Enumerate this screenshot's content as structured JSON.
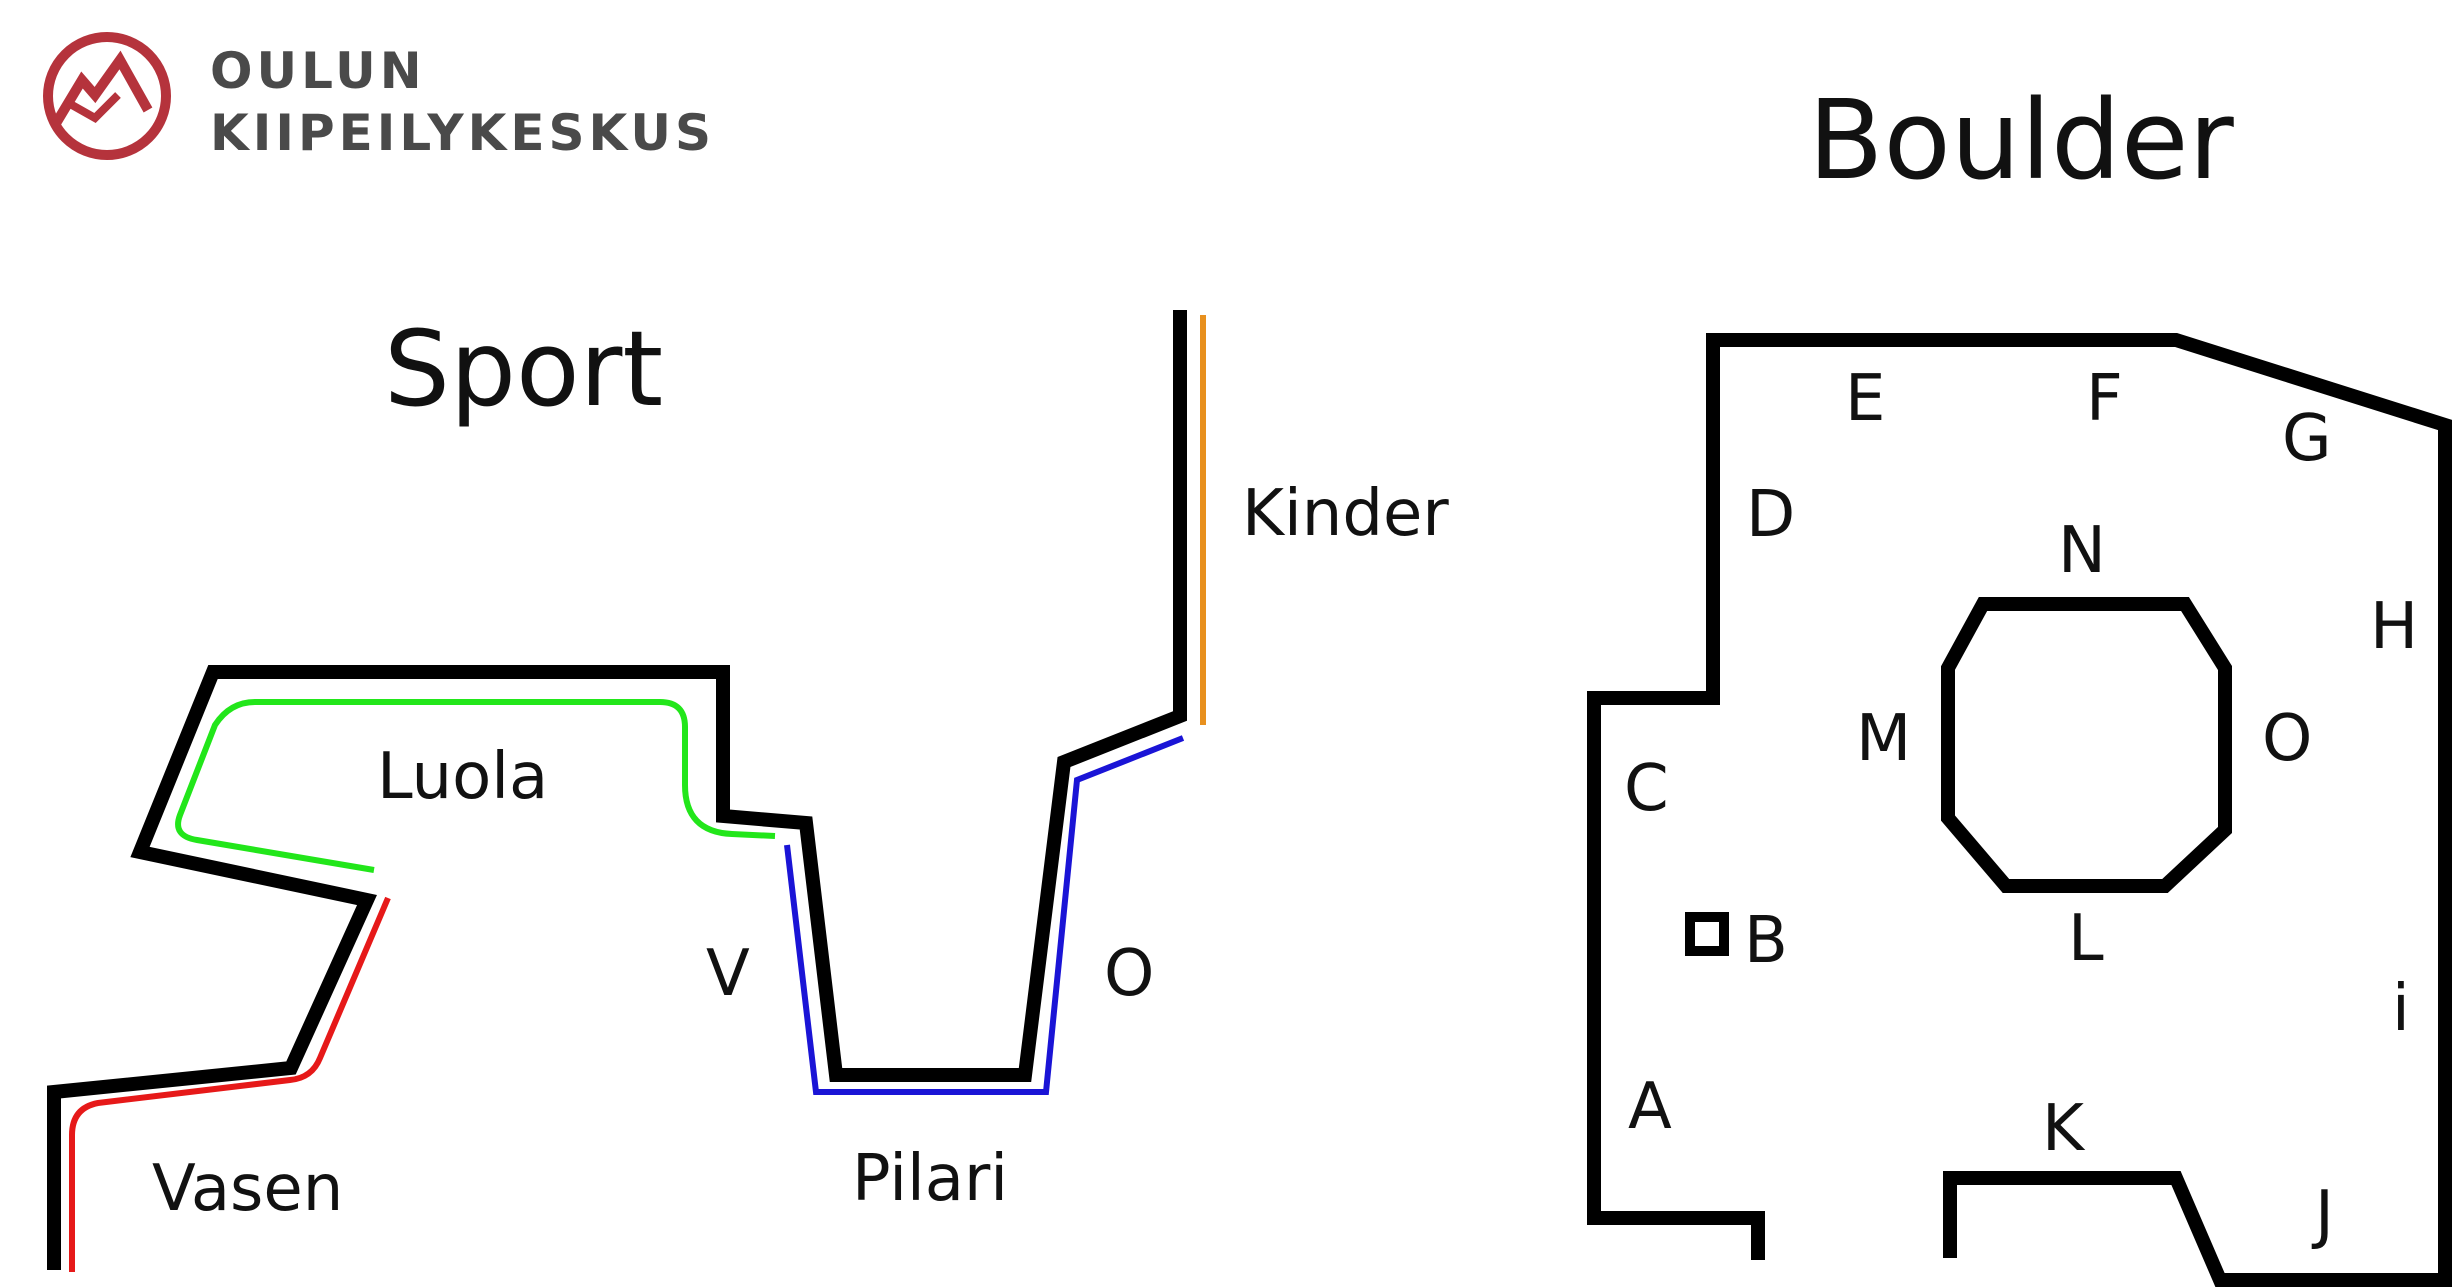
{
  "logo": {
    "line1": "OULUN",
    "line2": "KIIPEILYKESKUS",
    "icon": "mountain-logo-icon",
    "color": "#b5333c"
  },
  "sport": {
    "title": "Sport",
    "labels": {
      "kinder": "Kinder",
      "luola": "Luola",
      "v": "V",
      "o": "O",
      "vasen": "Vasen",
      "pilari": "Pilari"
    },
    "colors": {
      "wall": "#000000",
      "luola": "#22e61a",
      "vasen": "#e61919",
      "v_pilari": "#1a14d6",
      "kinder": "#e8901e"
    }
  },
  "boulder": {
    "title": "Boulder",
    "labels": {
      "a": "A",
      "b": "B",
      "c": "C",
      "d": "D",
      "e": "E",
      "f": "F",
      "g": "G",
      "h": "H",
      "i": "i",
      "j": "J",
      "k": "K",
      "l": "L",
      "m": "M",
      "n": "N",
      "o": "O"
    }
  }
}
